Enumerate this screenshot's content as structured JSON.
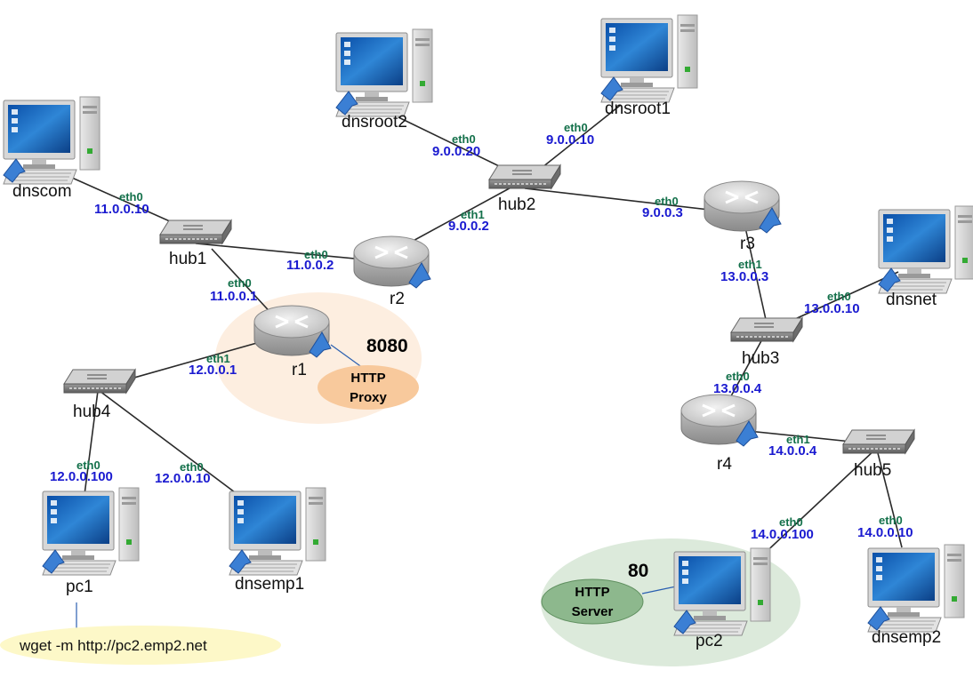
{
  "nodes": {
    "dnscom": "dnscom",
    "hub1": "hub1",
    "r1": "r1",
    "r2": "r2",
    "hub4": "hub4",
    "pc1": "pc1",
    "dnsemp1": "dnsemp1",
    "dnsroot2": "dnsroot2",
    "dnsroot1": "dnsroot1",
    "hub2": "hub2",
    "r3": "r3",
    "dnsnet": "dnsnet",
    "hub3": "hub3",
    "r4": "r4",
    "hub5": "hub5",
    "pc2": "pc2",
    "dnsemp2": "dnsemp2"
  },
  "links": {
    "dnscom_hub1": {
      "iface": "eth0",
      "ip": "11.0.0.10"
    },
    "r2_hub1": {
      "iface": "eth0",
      "ip": "11.0.0.2"
    },
    "r1_hub1": {
      "iface": "eth0",
      "ip": "11.0.0.1"
    },
    "r2_hub2": {
      "iface": "eth1",
      "ip": "9.0.0.2"
    },
    "dnsroot2_hub2": {
      "iface": "eth0",
      "ip": "9.0.0.20"
    },
    "dnsroot1_hub2": {
      "iface": "eth0",
      "ip": "9.0.0.10"
    },
    "r3_hub2": {
      "iface": "eth0",
      "ip": "9.0.0.3"
    },
    "r3_hub3": {
      "iface": "eth1",
      "ip": "13.0.0.3"
    },
    "dnsnet_hub3": {
      "iface": "eth0",
      "ip": "13.0.0.10"
    },
    "r4_hub3": {
      "iface": "eth0",
      "ip": "13.0.0.4"
    },
    "r1_hub4": {
      "iface": "eth1",
      "ip": "12.0.0.1"
    },
    "pc1_hub4": {
      "iface": "eth0",
      "ip": "12.0.0.100"
    },
    "dnsemp1_hub4": {
      "iface": "eth0",
      "ip": "12.0.0.10"
    },
    "r4_hub5": {
      "iface": "eth1",
      "ip": "14.0.0.4"
    },
    "pc2_hub5": {
      "iface": "eth0",
      "ip": "14.0.0.100"
    },
    "dnsemp2_hub5": {
      "iface": "eth0",
      "ip": "14.0.0.10"
    }
  },
  "proxy": {
    "port": "8080",
    "line1": "HTTP",
    "line2": "Proxy"
  },
  "server": {
    "port": "80",
    "line1": "HTTP",
    "line2": "Server"
  },
  "command": "wget -m http://pc2.emp2.net",
  "colors": {
    "ip_text": "#1a1ad0",
    "iface_text": "#13704a",
    "proxy_halo": "#fdeee0",
    "proxy_badge": "#f8c99c",
    "server_halo": "#dceadb",
    "server_badge": "#8db88d",
    "command_bubble": "#fdf8c8"
  }
}
